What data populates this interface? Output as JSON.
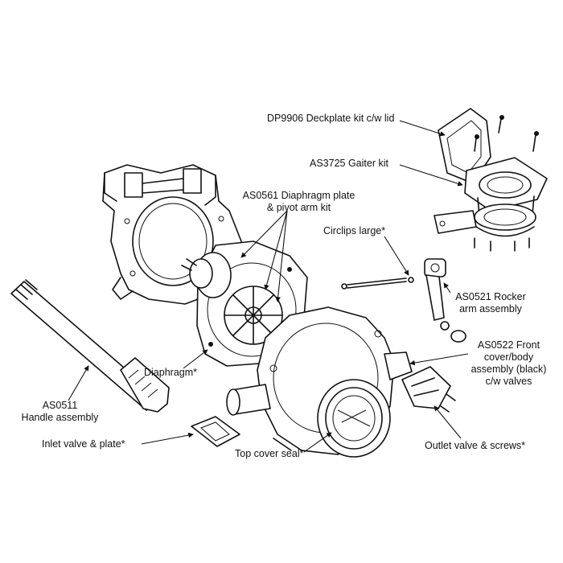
{
  "diagram": {
    "labels": {
      "deckplate": "DP9906 Deckplate kit c/w lid",
      "gaiter": "AS3725 Gaiter kit",
      "diaphragm_plate_line1": "AS0561 Diaphragm plate",
      "diaphragm_plate_line2": "& pivot arm kit",
      "circlips": "Circlips large*",
      "rocker_line1": "AS0521 Rocker",
      "rocker_line2": "arm assembly",
      "front_cover_line1": "AS0522 Front",
      "front_cover_line2": "cover/body",
      "front_cover_line3": "assembly (black)",
      "front_cover_line4": "c/w valves",
      "diaphragm": "Diaphragm*",
      "handle_line1": "AS0511",
      "handle_line2": "Handle assembly",
      "inlet_valve": "Inlet valve & plate*",
      "top_cover_seal": "Top cover seal*",
      "outlet_valve": "Outlet valve & screws*"
    }
  }
}
